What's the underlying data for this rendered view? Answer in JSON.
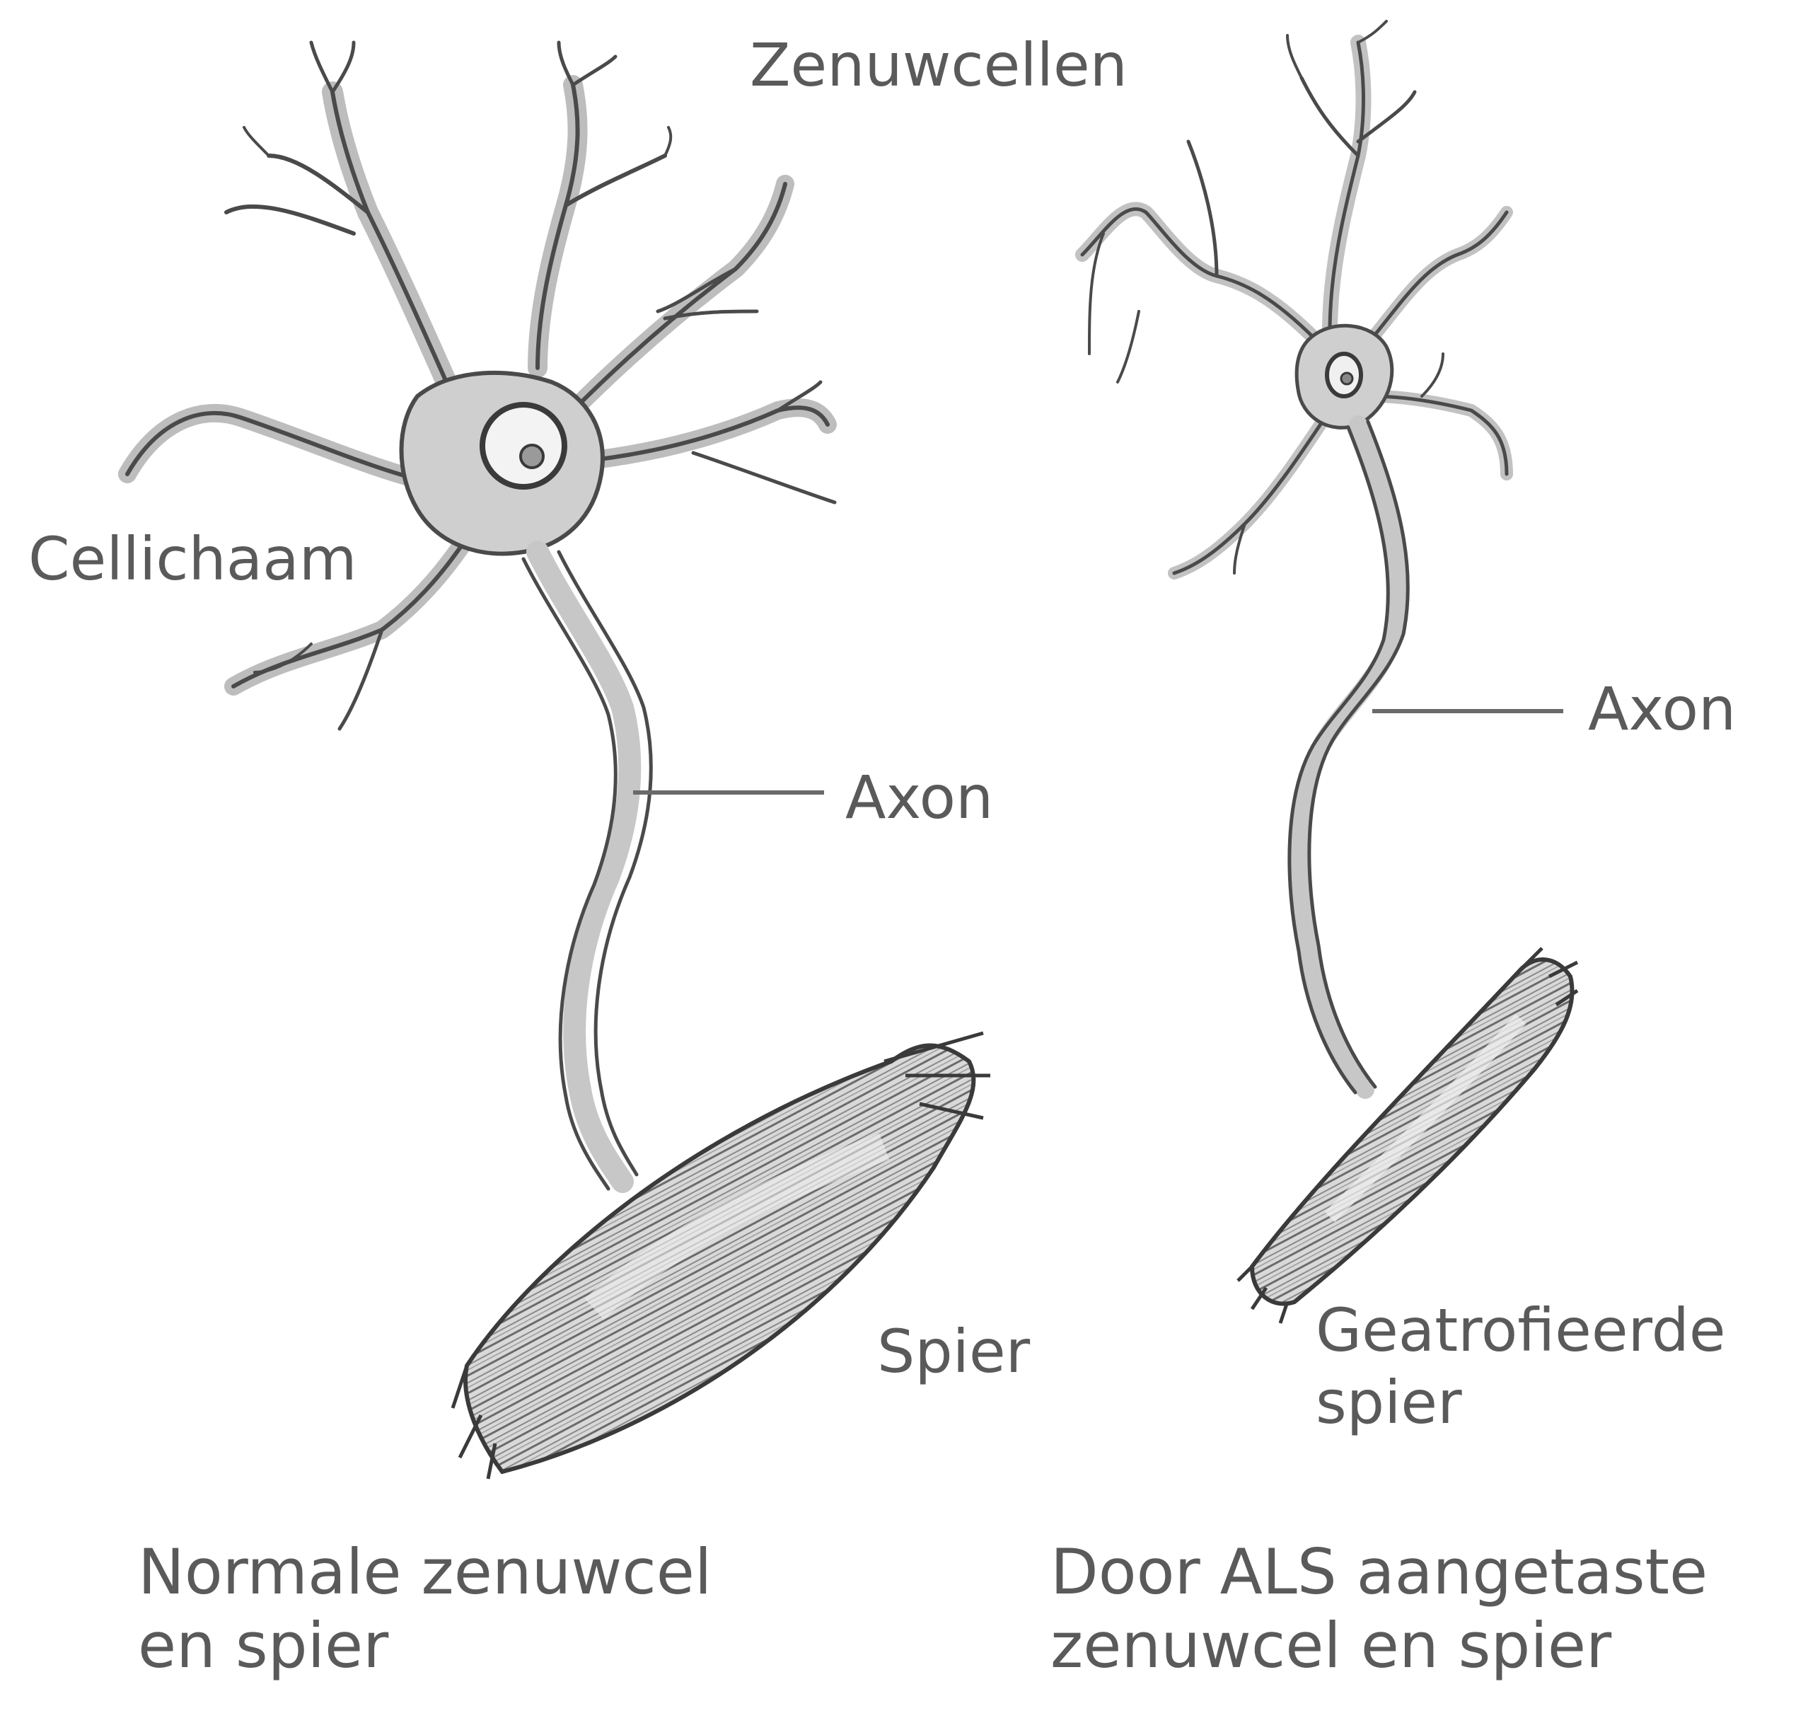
{
  "title": "Zenuwcellen",
  "normal": {
    "cell_body_label": "Cellichaam",
    "axon_label": "Axon",
    "muscle_label": "Spier",
    "caption_line1": "Normale zenuwcel",
    "caption_line2": "en spier"
  },
  "als": {
    "axon_label": "Axon",
    "muscle_label_line1": "Geatrofieerde",
    "muscle_label_line2": "spier",
    "caption_line1": "Door ALS aangetaste",
    "caption_line2": "zenuwcel en spier"
  },
  "colors": {
    "ink": "#4a4a4a",
    "text": "#5a5a5a",
    "stipple": "#cfcfcf",
    "background": "#ffffff"
  }
}
